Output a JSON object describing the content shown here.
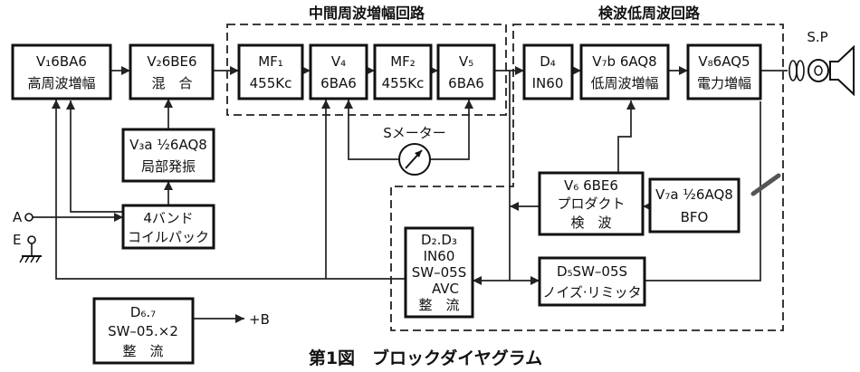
{
  "groups": {
    "if_amp": "中間周波増幅回路",
    "detector": "検波低周波回路"
  },
  "blocks": {
    "v1": [
      "V₁6BA6",
      "高周波増幅"
    ],
    "v2": [
      "V₂6BE6",
      "混　合"
    ],
    "mf1": [
      "MF₁",
      "455Kc"
    ],
    "v4": [
      "V₄",
      "6BA6"
    ],
    "mf2": [
      "MF₂",
      "455Kc"
    ],
    "v5": [
      "V₅",
      "6BA6"
    ],
    "d4": [
      "D₄",
      "IN60"
    ],
    "v7b": [
      "V₇b 6AQ8",
      "低周波増幅"
    ],
    "v8": [
      "V₈6AQ5",
      "電力増幅"
    ],
    "v3": [
      "V₃a ½6AQ8",
      "局部発振"
    ],
    "coil": [
      "4バンド",
      "コイルパック"
    ],
    "v6": [
      "V₆ 6BE6",
      "プロダクト",
      "検　波"
    ],
    "v7a": [
      "V₇a ½6AQ8",
      "BFO"
    ],
    "d23": [
      "D₂.D₃",
      "IN60",
      "SW–05S",
      "AVC",
      "整　流"
    ],
    "d5": [
      "D₅SW–05S",
      "ノイズ·リミッタ"
    ],
    "d67": [
      "D₆.₇",
      "SW–05.×2",
      "整　流"
    ]
  },
  "labels": {
    "speaker": "S.P",
    "smeter": "Sメーター",
    "antenna": "A",
    "earth": "E",
    "plus_b": "+B"
  },
  "caption": "第1図　ブロックダイヤグラム"
}
